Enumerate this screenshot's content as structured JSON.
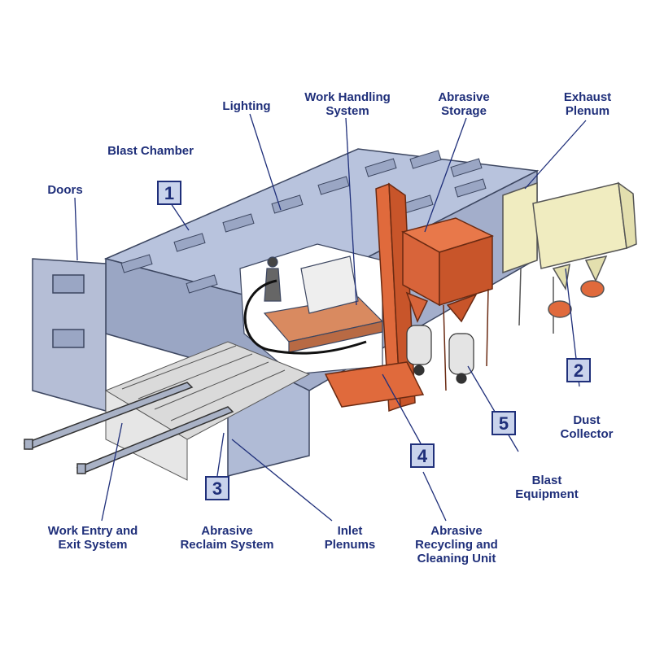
{
  "labels": {
    "lighting": "Lighting",
    "work_handling": "Work Handling\nSystem",
    "abrasive_storage": "Abrasive\nStorage",
    "exhaust_plenum": "Exhaust\nPlenum",
    "blast_chamber": "Blast Chamber",
    "doors": "Doors",
    "dust_collector": "Dust\nCollector",
    "blast_equipment": "Blast\nEquipment",
    "work_entry_exit": "Work Entry and\nExit System",
    "abrasive_reclaim": "Abrasive\nReclaim System",
    "inlet_plenums": "Inlet\nPlenums",
    "abrasive_recycling": "Abrasive\nRecycling and\nCleaning Unit"
  },
  "badges": {
    "b1": "1",
    "b2": "2",
    "b3": "3",
    "b4": "4",
    "b5": "5"
  },
  "colors": {
    "label_text": "#1f2f7a",
    "badge_fill": "#c9d3ec",
    "chamber_roof": "#b8c3dd",
    "chamber_side": "#a8b3cf",
    "recycling_unit": "#e06a3c",
    "dust_collector": "#f0ecc0",
    "floor_grating": "#d9d9d9"
  }
}
